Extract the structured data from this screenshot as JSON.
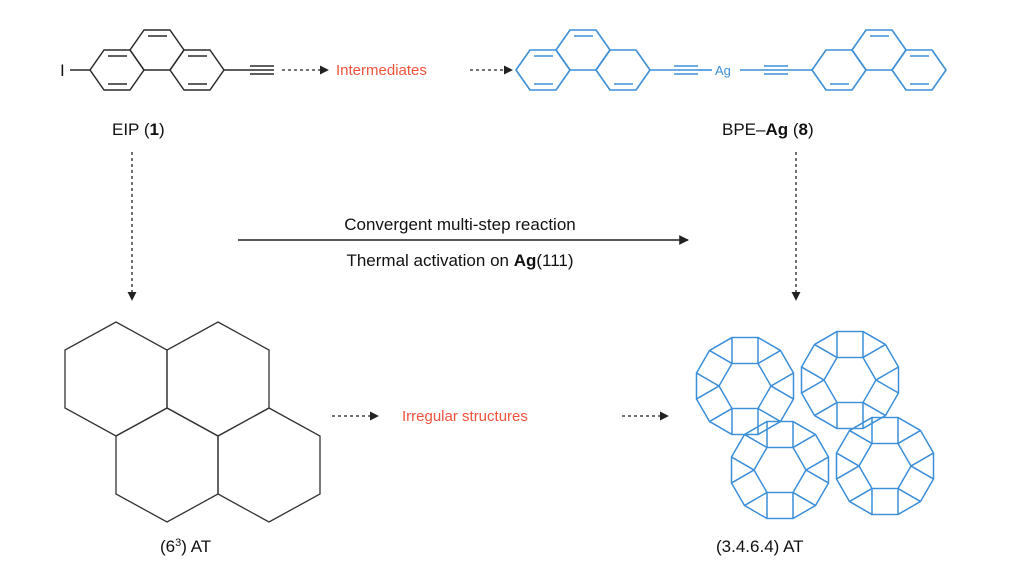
{
  "colors": {
    "accent_red": "#f0533c",
    "blue": "#3d8fd9",
    "black": "#222222"
  },
  "top_left": {
    "iodine": "I",
    "name_prefix": "EIP (",
    "name_number": "1",
    "name_suffix": ")"
  },
  "top_arrow": {
    "label": "Intermediates"
  },
  "top_right": {
    "metal": "Ag",
    "name_prefix": "BPE–",
    "name_metal": "Ag",
    "name_mid": " (",
    "name_number": "8",
    "name_suffix": ")"
  },
  "middle": {
    "line1": "Convergent multi-step reaction",
    "line2_prefix": "Thermal activation on ",
    "line2_bold": "Ag",
    "line2_suffix": "(111)"
  },
  "bottom_arrow": {
    "label": "Irregular structures"
  },
  "bottom_left": {
    "label_open": "(6",
    "label_sup": "3",
    "label_close": ") AT"
  },
  "bottom_right": {
    "label": "(3.4.6.4) AT"
  }
}
